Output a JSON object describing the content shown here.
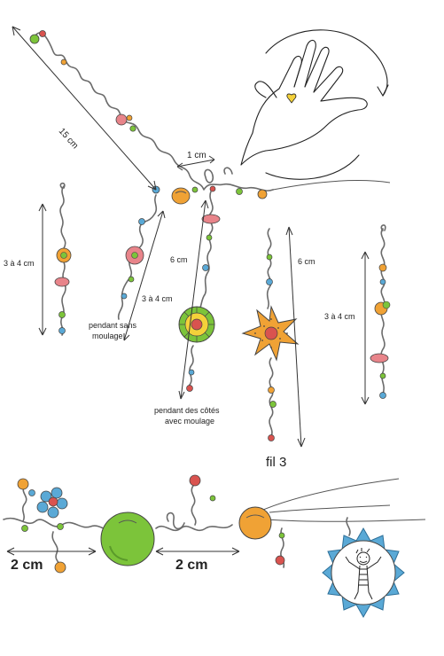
{
  "labels": {
    "len_15": "15 cm",
    "len_1": "1 cm",
    "len_3a4_left": "3 à 4 cm",
    "len_3a4_mid": "3 à 4 cm",
    "len_3a4_right": "3 à 4 cm",
    "len_6_mid": "6 cm",
    "len_6_right": "6 cm",
    "pendant_sans_l1": "pendant sans",
    "pendant_sans_l2": "moulage",
    "pendant_cotes_l1": "pendant des côtés",
    "pendant_cotes_l2": "avec moulage",
    "fil3": "fil 3",
    "len_2_left": "2 cm",
    "len_2_right": "2 cm"
  },
  "colors": {
    "green": "#7cc43a",
    "orange": "#f0a235",
    "red": "#d9534f",
    "blue": "#5aa9d6",
    "pink": "#e8848a",
    "yellow": "#f4d13a"
  }
}
